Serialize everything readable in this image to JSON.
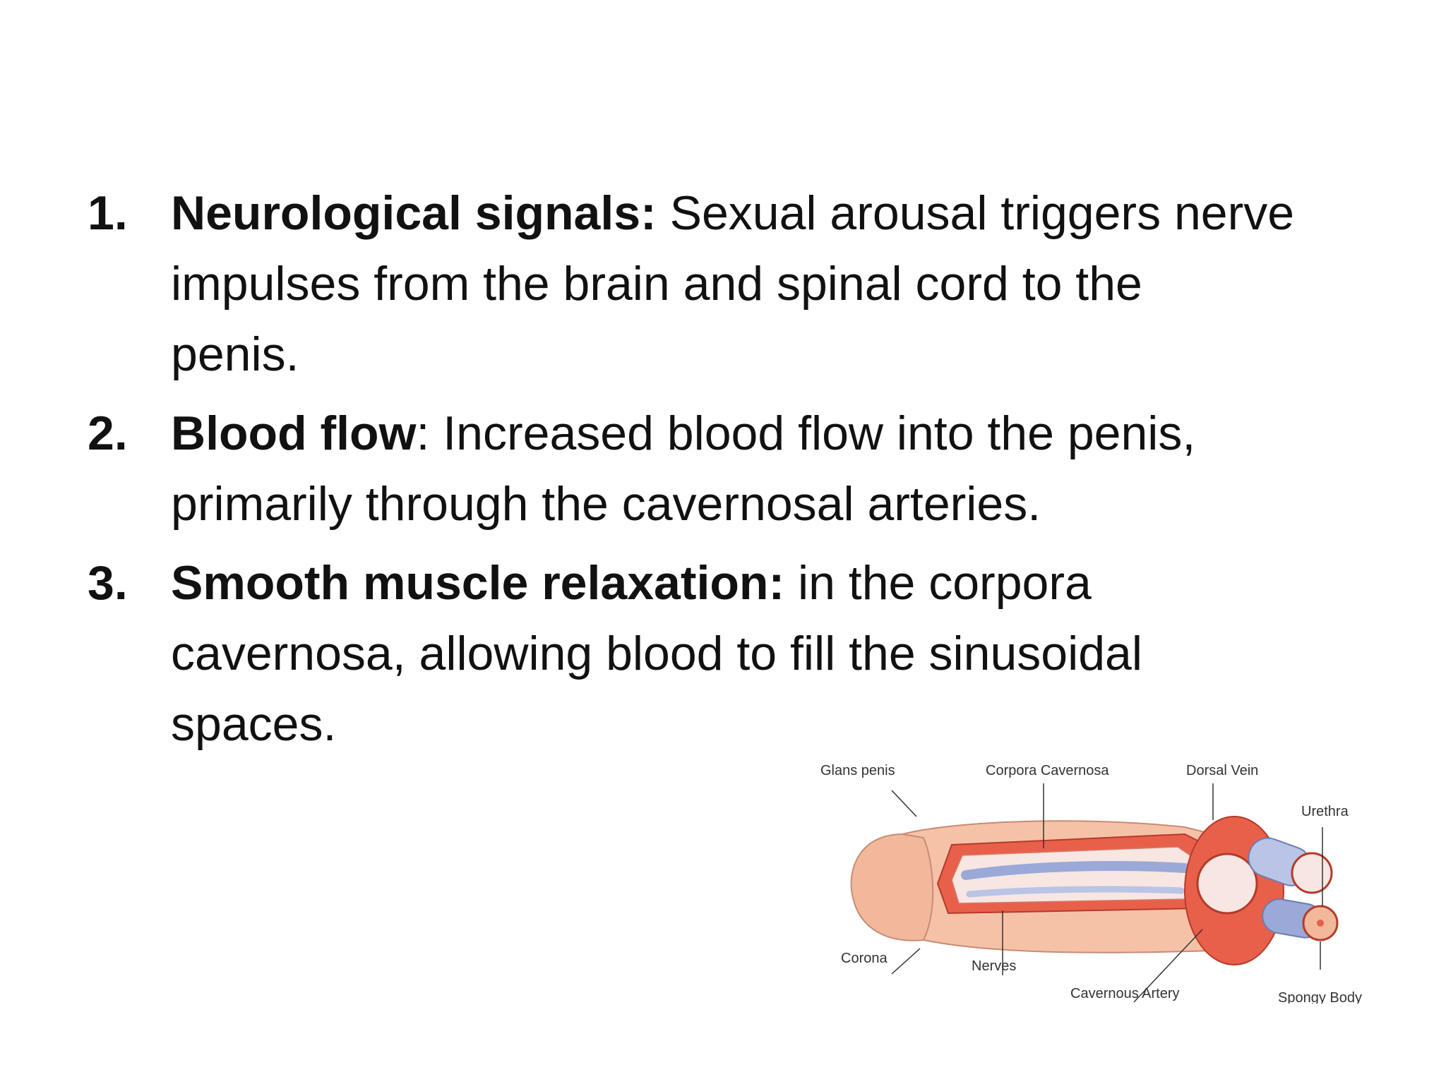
{
  "items": [
    {
      "number": "1.",
      "term": "Neurological signals:",
      "line1": " Sexual arousal triggers nerve",
      "line2": "impulses from the brain and spinal cord to the",
      "line3": "penis."
    },
    {
      "number": "2.",
      "term": "Blood flow",
      "line1": ": Increased blood flow into the penis,",
      "line2": "primarily through the cavernosal arteries."
    },
    {
      "number": "3.",
      "term": "Smooth muscle relaxation:",
      "line1": "  in the corpora",
      "line2": "cavernosa, allowing blood to fill the sinusoidal",
      "line3": "spaces."
    }
  ],
  "figure_labels": {
    "glans": "Glans penis",
    "corpora": "Corpora  Cavernosa",
    "dorsal_vein": "Dorsal Vein",
    "urethra": "Urethra",
    "corona": "Corona",
    "nerves": "Nerves",
    "cavernous_artery": "Cavernous Artery",
    "spongy_body": "Spongy Body"
  },
  "colors": {
    "skin": "#f5c2a8",
    "tissue": "#e8604a",
    "vessel": "#9aa9d8"
  }
}
